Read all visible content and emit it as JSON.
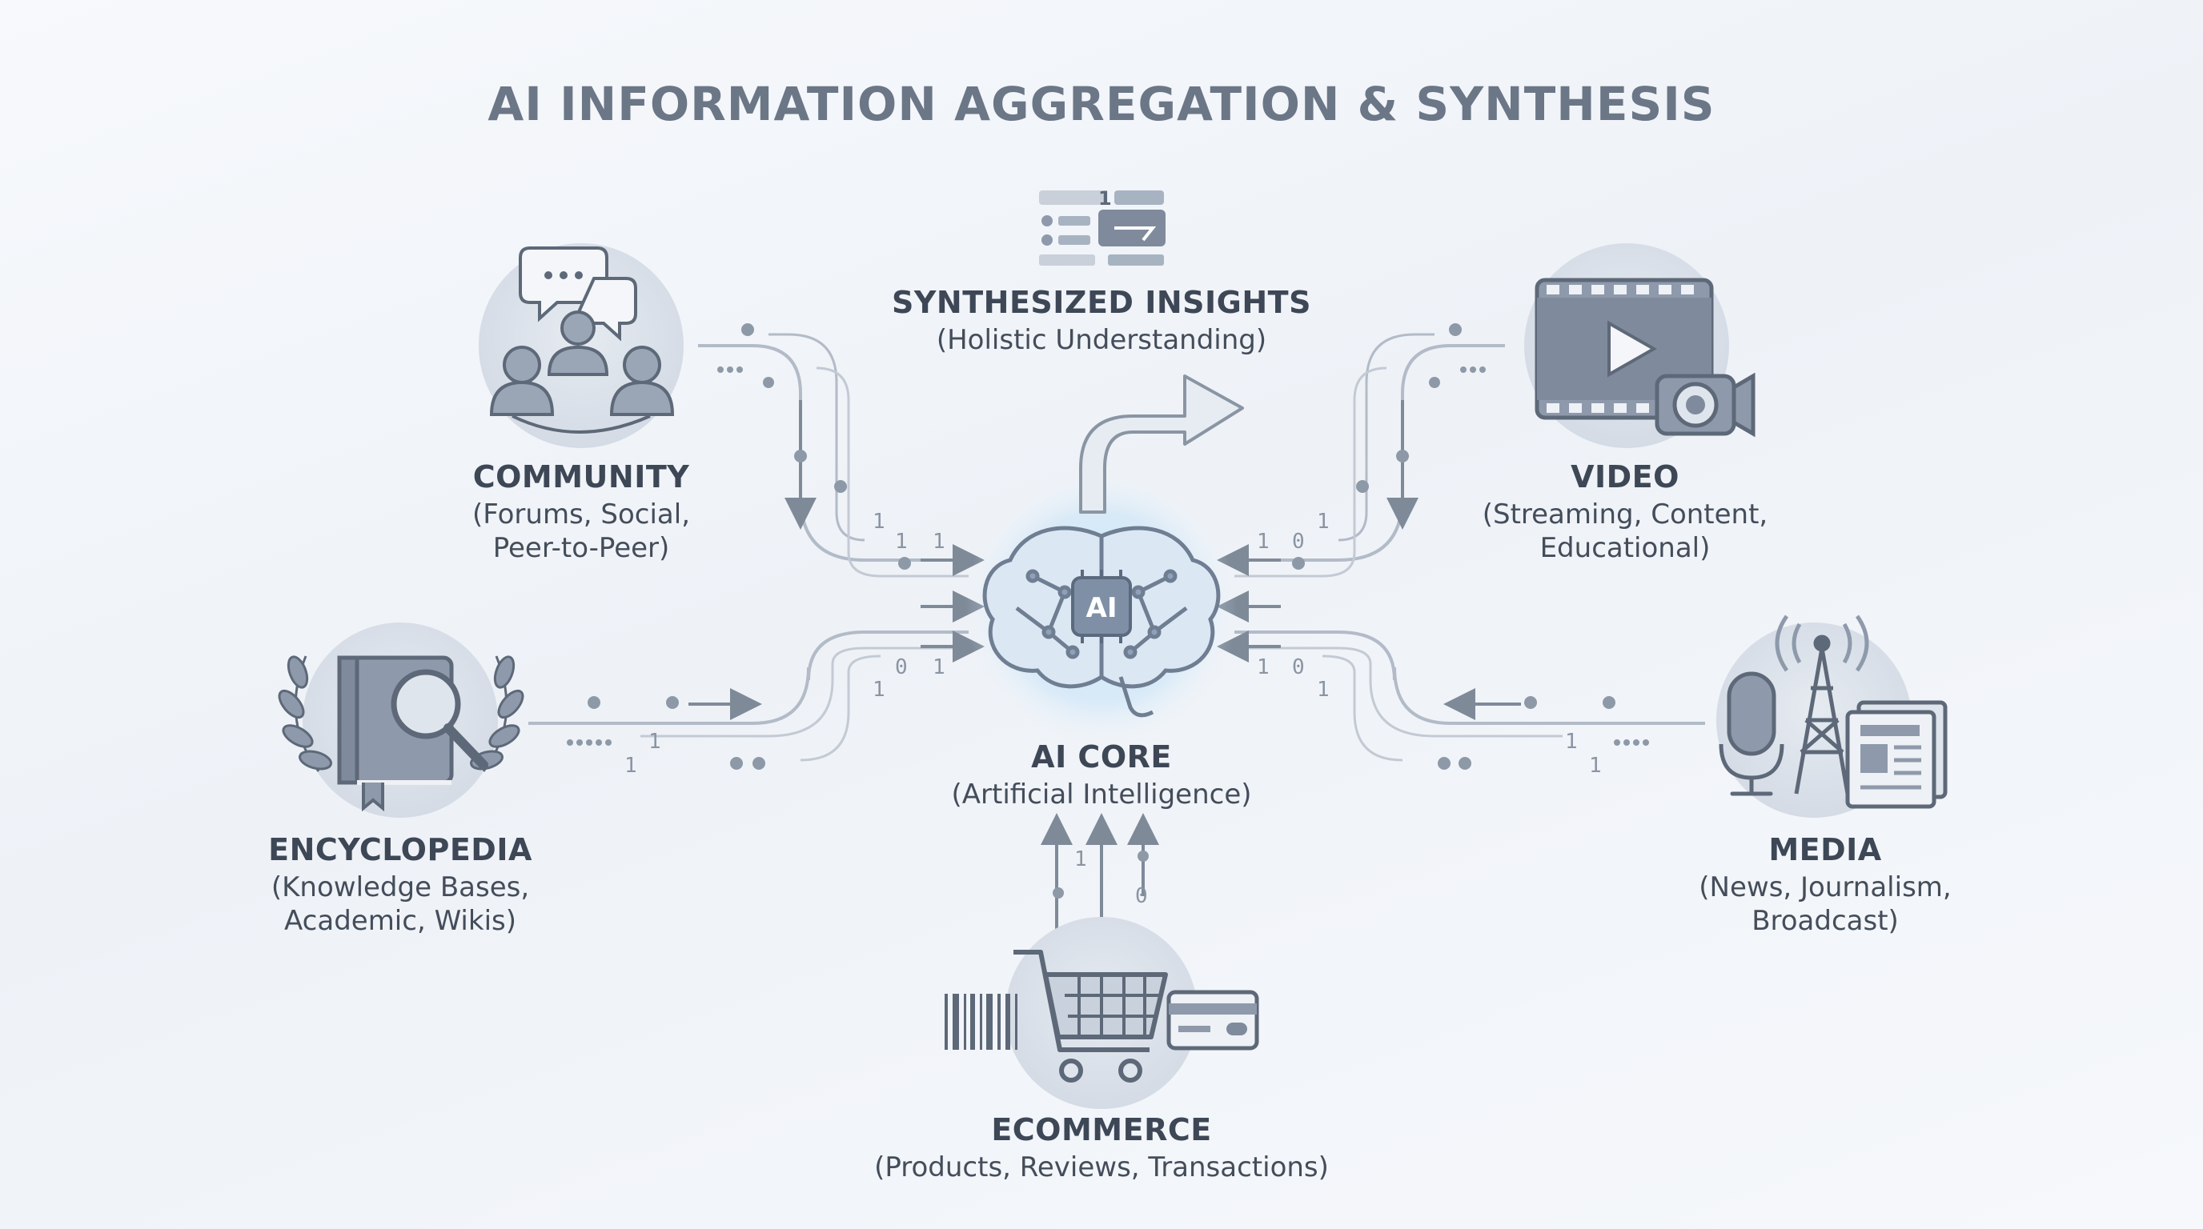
{
  "title": "AI INFORMATION AGGREGATION & SYNTHESIS",
  "nodes": {
    "core": {
      "name": "AI CORE",
      "desc": [
        "(Artificial Intelligence)"
      ],
      "chip_label": "AI"
    },
    "insights": {
      "name": "SYNTHESIZED INSIGHTS",
      "desc": [
        "(Holistic Understanding)"
      ]
    },
    "community": {
      "name": "COMMUNITY",
      "desc": [
        "(Forums, Social,",
        "Peer-to-Peer)"
      ]
    },
    "video": {
      "name": "VIDEO",
      "desc": [
        "(Streaming, Content,",
        "Educational)"
      ]
    },
    "encyclopedia": {
      "name": "ENCYCLOPEDIA",
      "desc": [
        "(Knowledge Bases,",
        "Academic, Wikis)"
      ]
    },
    "media": {
      "name": "MEDIA",
      "desc": [
        "(News, Journalism,",
        "Broadcast)"
      ]
    },
    "ecommerce": {
      "name": "ECOMMERCE",
      "desc": [
        "(Products, Reviews, Transactions)"
      ]
    }
  },
  "colors": {
    "icon_fill": "#8e9aab",
    "icon_dark": "#5d6878",
    "line": "#a9b3c0",
    "circle_bg": "#dde3eb",
    "glow": "#bfe0f7"
  }
}
